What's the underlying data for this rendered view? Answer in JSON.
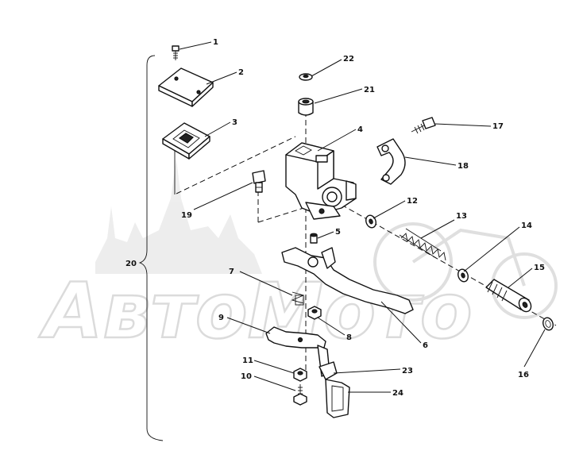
{
  "diagram": {
    "watermark_text": "АвтоМото",
    "callouts": {
      "p1": "1",
      "p2": "2",
      "p3": "3",
      "p4": "4",
      "p5": "5",
      "p6": "6",
      "p7": "7",
      "p8": "8",
      "p9": "9",
      "p10": "10",
      "p11": "11",
      "p12": "12",
      "p13": "13",
      "p14": "14",
      "p15": "15",
      "p16": "16",
      "p17": "17",
      "p18": "18",
      "p19": "19",
      "p20": "20",
      "p21": "21",
      "p22": "22",
      "p23": "23",
      "p24": "24"
    }
  }
}
